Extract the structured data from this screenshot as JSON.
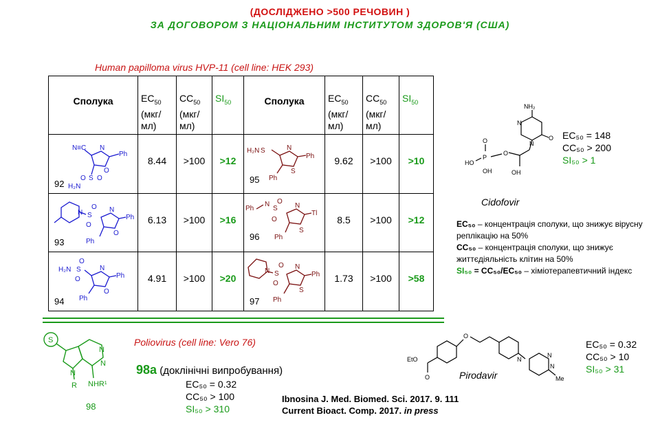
{
  "header": {
    "line1": "(ДОСЛІДЖЕНО  >500 РЕЧОВИН  )",
    "line2": "ЗА ДОГОВОРОМ  З НАЦІОНАЛЬНИМ  ІНСТИТУТОМ  ЗДОРОВ'Я  (США)"
  },
  "hpv_title": "Human  papilloma  virus   HVP-11  (cell line:  HEK 293)",
  "table": {
    "col_compound": "Сполука",
    "col_ec": "EC",
    "col_ec_sub": "50",
    "col_ec_unit": "(мкг/мл)",
    "col_cc": "CC",
    "col_cc_sub": "50",
    "col_cc_unit": "(мкг/мл)",
    "col_si": "SI",
    "col_si_sub": "50",
    "rows": [
      {
        "left_id": "92",
        "left_ec": "8.44",
        "left_cc": ">100",
        "left_si": ">12",
        "right_id": "95",
        "right_ec": "9.62",
        "right_cc": ">100",
        "right_si": ">10"
      },
      {
        "left_id": "93",
        "left_ec": "6.13",
        "left_cc": ">100",
        "left_si": ">16",
        "right_id": "96",
        "right_ec": "8.5",
        "right_cc": ">100",
        "right_si": ">12"
      },
      {
        "left_id": "94",
        "left_ec": "4.91",
        "left_cc": ">100",
        "left_si": ">20",
        "right_id": "97",
        "right_ec": "1.73",
        "right_cc": ">100",
        "right_si": ">58"
      }
    ]
  },
  "chem_labels": {
    "n": "N",
    "o": "O",
    "s": "S",
    "ph": "Ph",
    "nh2": "NH₂",
    "h2n": "H₂N",
    "tl": "Tl",
    "nc": "N≡C",
    "oh": "OH",
    "ho": "HO",
    "p": "P",
    "r": "R",
    "nhr1": "NHR¹",
    "eto": "EtO",
    "me": "Me",
    "s_circle": "S"
  },
  "cidofovir": {
    "name": "Cidofovir",
    "ec": "EC₅₀ = 148",
    "cc": "CC₅₀ > 200",
    "si": "SI₅₀ > 1"
  },
  "legend": {
    "ec_term": "EC₅₀",
    "ec_def": " – концентрація сполуки, що знижує вірусну реплікацію на 50%",
    "cc_term": "CC₅₀",
    "cc_def": " – концентрація сполуки, що знижує життєдіяльність клітин на 50%",
    "si_term": "SI₅₀",
    "si_eq": " = CC₅₀/EC₅₀",
    "si_def": " – хіміотерапевтичний індекс"
  },
  "polio": {
    "title": "Poliovirus   (cell line:  Vero 76)",
    "compound": "98a",
    "stage": " (доклінічні випробування)",
    "ec": "EC₅₀ = 0.32",
    "cc": "CC₅₀ > 100",
    "si": "SI₅₀ > 310",
    "number": "98"
  },
  "pirodavir": {
    "name": "Pirodavir",
    "ec": "EC₅₀ = 0.32",
    "cc": "CC₅₀ > 10",
    "si": "SI₅₀ > 31"
  },
  "refs": {
    "ref1": "Ibnosina J. Med. Biomed. Sci. 2017. 9. 111",
    "ref2_main": "Current Bioact. Comp. 2017. ",
    "ref2_it": "in press"
  },
  "colors": {
    "red": "#c81414",
    "green": "#1a9a1a",
    "blue": "#1a1ad0",
    "maroon": "#7a1010"
  }
}
